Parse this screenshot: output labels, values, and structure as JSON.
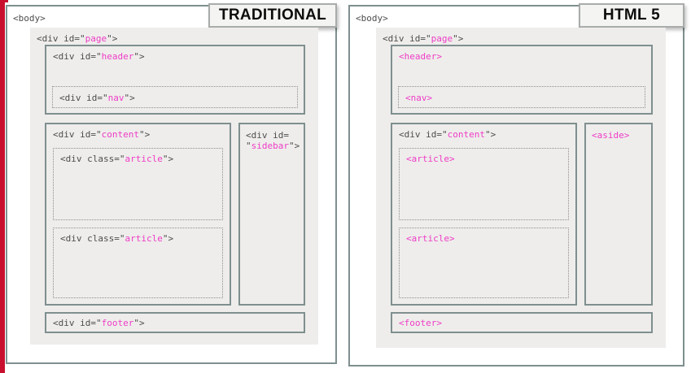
{
  "colors": {
    "accent_red": "#c8102e",
    "value_magenta": "#ef3cc7",
    "code_gray": "#4d4d4d"
  },
  "traditional": {
    "title": "TRADITIONAL",
    "body_tag": "<body>",
    "page": {
      "pre": "<div id=\"",
      "value": "page",
      "post": "\">"
    },
    "header": {
      "pre": "<div id=\"",
      "value": "header",
      "post": "\">"
    },
    "nav": {
      "pre": "<div id=\"",
      "value": "nav",
      "post": "\">"
    },
    "content": {
      "pre": "<div id=\"",
      "value": "content",
      "post": "\">"
    },
    "article_1": {
      "pre": "<div class=\"",
      "value": "article",
      "post": "\">"
    },
    "article_2": {
      "pre": "<div class=\"",
      "value": "article",
      "post": "\">"
    },
    "sidebar": {
      "line1": "<div id=",
      "line2_pre": "\"",
      "value": "sidebar",
      "post": "\">"
    },
    "footer": {
      "pre": "<div id=\"",
      "value": "footer",
      "post": "\">"
    }
  },
  "html5": {
    "title": "HTML 5",
    "body_tag": "<body>",
    "page": {
      "pre": "<div id=\"",
      "value": "page",
      "post": "\">"
    },
    "content": {
      "pre": "<div id=\"",
      "value": "content",
      "post": "\">"
    },
    "header_tag": "<header>",
    "nav_tag": "<nav>",
    "article_1_tag": "<article>",
    "article_2_tag": "<article>",
    "aside_tag": "<aside>",
    "footer_tag": "<footer>"
  }
}
